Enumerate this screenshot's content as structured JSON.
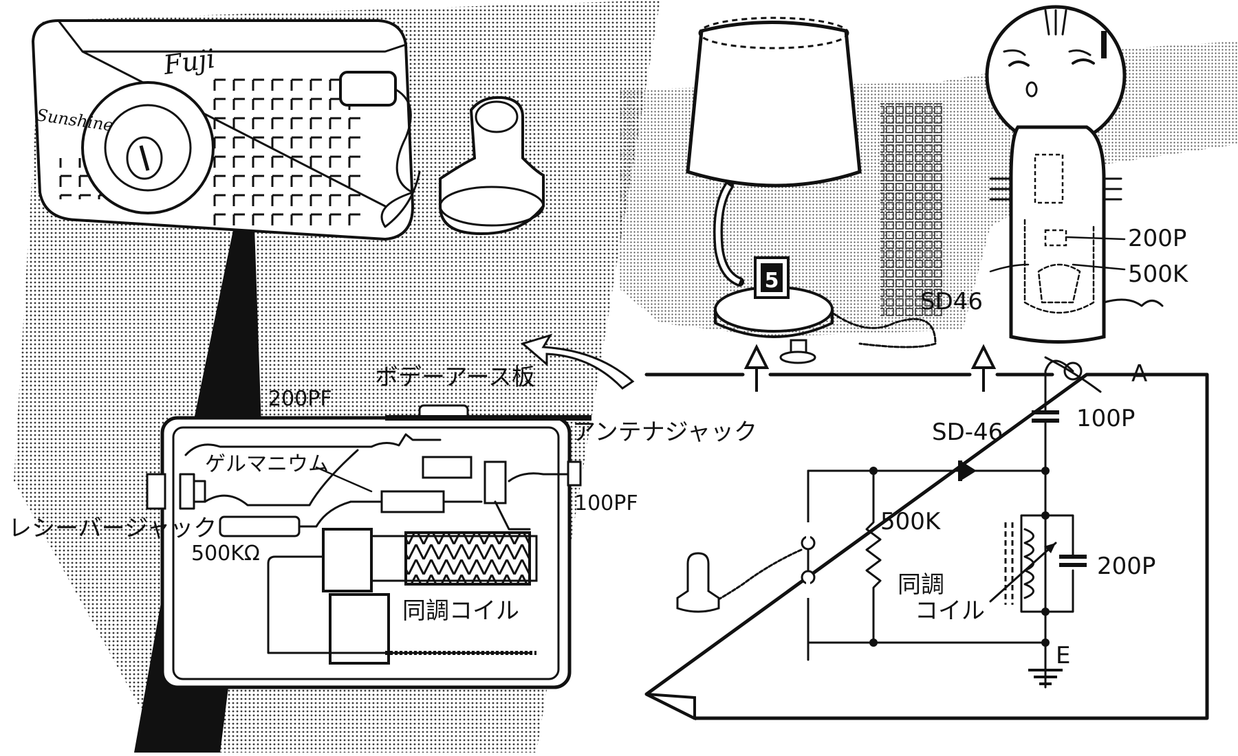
{
  "radio_box": {
    "brand": "Fuji",
    "model": "Sunshine"
  },
  "lamp": {
    "dial_number": "5"
  },
  "doll_labels": {
    "capacitor": "200P",
    "resistor": "500K",
    "diode": "SD46"
  },
  "case_labels": {
    "body_earth": "ボデーアース板",
    "capacitor_200": "200PF",
    "antenna_jack": "アンテナジャック",
    "germanium": "ゲルマニウム",
    "capacitor_100": "100PF",
    "receiver_jack": "レシーバージャック",
    "resistor": "500KΩ",
    "tuning_coil": "同調コイル"
  },
  "schematic": {
    "antenna": "A",
    "capacitor_in": "100P",
    "diode": "SD-46",
    "resistor": "500K",
    "coil_line1": "同調",
    "coil_line2": "コイル",
    "capacitor_tune": "200P",
    "earth": "E"
  },
  "colors": {
    "ink": "#111111",
    "paper": "#ffffff"
  }
}
